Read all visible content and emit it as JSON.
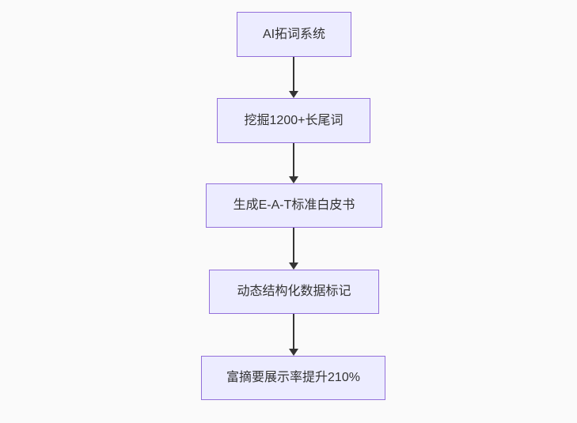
{
  "diagram": {
    "type": "flowchart",
    "direction": "top-down",
    "nodes": [
      {
        "id": "node-1",
        "label": "AI拓词系统"
      },
      {
        "id": "node-2",
        "label": "挖掘1200+长尾词"
      },
      {
        "id": "node-3",
        "label": "生成E-A-T标准白皮书"
      },
      {
        "id": "node-4",
        "label": "动态结构化数据标记"
      },
      {
        "id": "node-5",
        "label": "富摘要展示率提升210%"
      }
    ],
    "edges": [
      {
        "from": "node-1",
        "to": "node-2",
        "style": "arrow-down"
      },
      {
        "from": "node-2",
        "to": "node-3",
        "style": "arrow-down"
      },
      {
        "from": "node-3",
        "to": "node-4",
        "style": "arrow-down"
      },
      {
        "from": "node-4",
        "to": "node-5",
        "style": "arrow-down"
      }
    ]
  },
  "colors": {
    "node-fill": "#ECECFF",
    "node-border": "#9370DB",
    "node-text": "#333333",
    "arrow": "#333333",
    "background": "#fafafa"
  }
}
